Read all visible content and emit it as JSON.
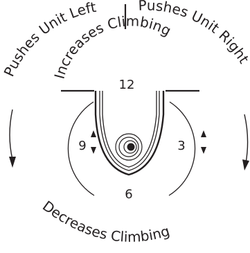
{
  "labels": {
    "pushes_left": "Pushes Unit Left",
    "pushes_right": "Pushes Unit Right",
    "increases": "Increases Climbing",
    "decreases": "Decreases Climbing"
  },
  "clock": {
    "twelve": "12",
    "three": "3",
    "six": "6",
    "nine": "9"
  },
  "colors": {
    "ink": "#231f20",
    "background": "#ffffff"
  }
}
